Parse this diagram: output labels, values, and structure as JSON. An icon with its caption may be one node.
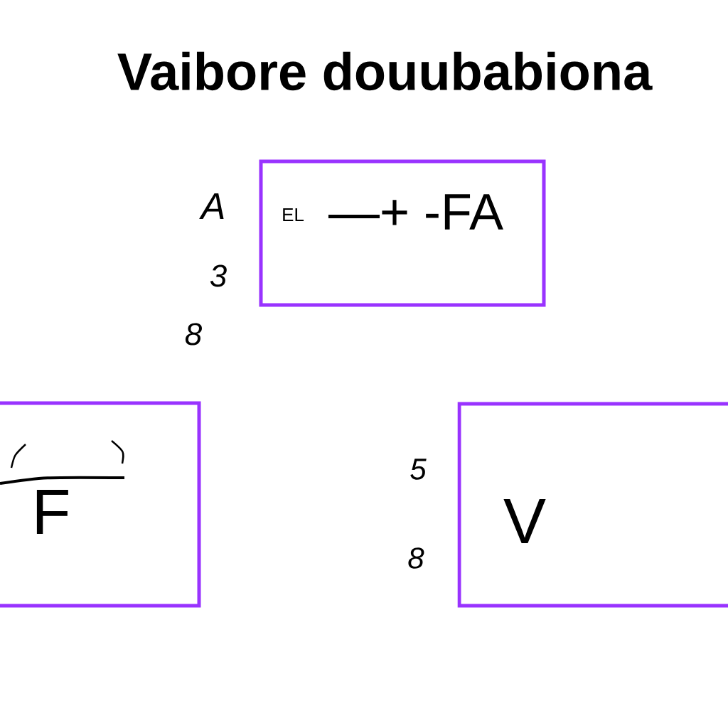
{
  "diagram": {
    "title": "Vaibore douubabiona",
    "nodes": [
      {
        "text": [
          "EL",
          "—+ -FA"
        ]
      },
      {
        "text": [
          "F"
        ]
      },
      {
        "text": [
          "V"
        ]
      }
    ],
    "labels": [
      "A",
      "3",
      "8",
      "5",
      "8"
    ]
  }
}
